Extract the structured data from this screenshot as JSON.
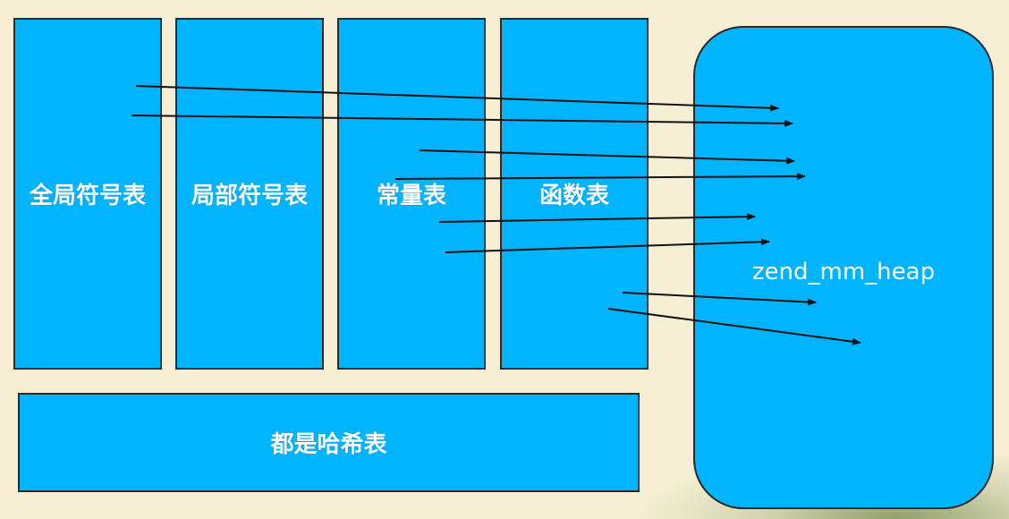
{
  "diagram": {
    "boxes": {
      "global_symbol_table": "全局符号表",
      "local_symbol_table": "局部符号表",
      "constant_table": "常量表",
      "function_table": "函数表"
    },
    "bottom_label": "都是哈希表",
    "heap_label": "zend_mm_heap"
  },
  "colors": {
    "box_fill": "#00b4ff",
    "background": "#f6efd3",
    "arrow": "#111111",
    "text": "#ffffff"
  }
}
